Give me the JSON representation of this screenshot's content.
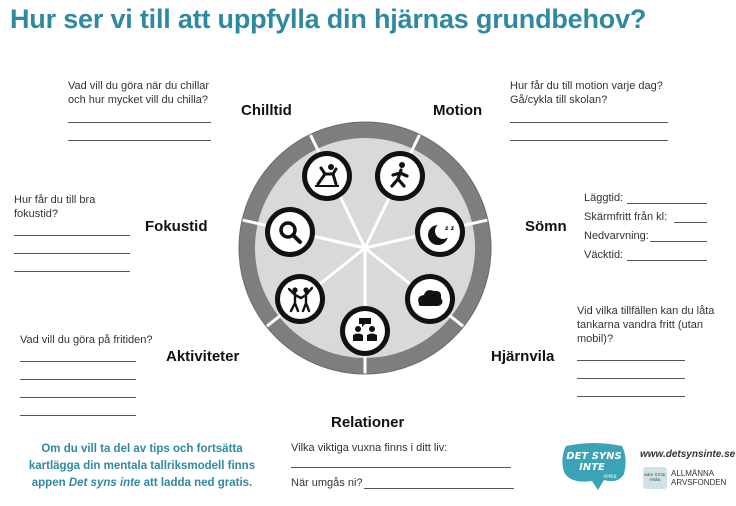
{
  "title": "Hur ser vi till att uppfylla din hjärnas grundbehov?",
  "categories": {
    "chilltid": "Chilltid",
    "motion": "Motion",
    "somn": "Sömn",
    "hjarnvila": "Hjärnvila",
    "relationer": "Relationer",
    "aktiviteter": "Aktiviteter",
    "fokustid": "Fokustid"
  },
  "questions": {
    "chilltid": "Vad vill du göra när du chillar och hur mycket vill du chilla?",
    "motion": "Hur får du till motion varje dag? Gå/cykla till skolan?",
    "fokustid": "Hur får du till bra fokustid?",
    "aktiviteter": "Vad vill du göra på fritiden?",
    "hjarnvila": "Vid vilka tillfällen kan du låta tankarna vandra fritt (utan mobil)?",
    "relationer_1": "Vilka viktiga vuxna finns i ditt liv:",
    "relationer_2": "När umgås ni?"
  },
  "sleep_fields": [
    "Läggtid:",
    "Skärmfritt från kl:",
    "Nedvarvning:",
    "Väcktid:"
  ],
  "info": {
    "part1": "Om du vill ta del av tips och fortsätta kartlägga din mentala tallriksmodell finns appen ",
    "app_name": "Det syns inte",
    "part2": " att ladda ned gratis."
  },
  "website": "www.detsynsinte.se",
  "logo": {
    "line1": "DET SYNS",
    "line2": "INTE",
    "tagline": "APPEN"
  },
  "funder": {
    "small": "MED STÖD FRÅN",
    "line1": "ALLMÄNNA",
    "line2": "ARVSFONDEN"
  },
  "wheel_icons": [
    "relaxing-person-icon",
    "running-person-icon",
    "moon-sleep-icon",
    "cloud-thought-icon",
    "people-conversation-icon",
    "dancing-people-icon",
    "magnifier-icon"
  ],
  "colors": {
    "title": "#2f8aa1",
    "wheel_outer": "#7e7e7e",
    "wheel_inner": "#d9d9d9",
    "logo": "#3aa3b5"
  }
}
